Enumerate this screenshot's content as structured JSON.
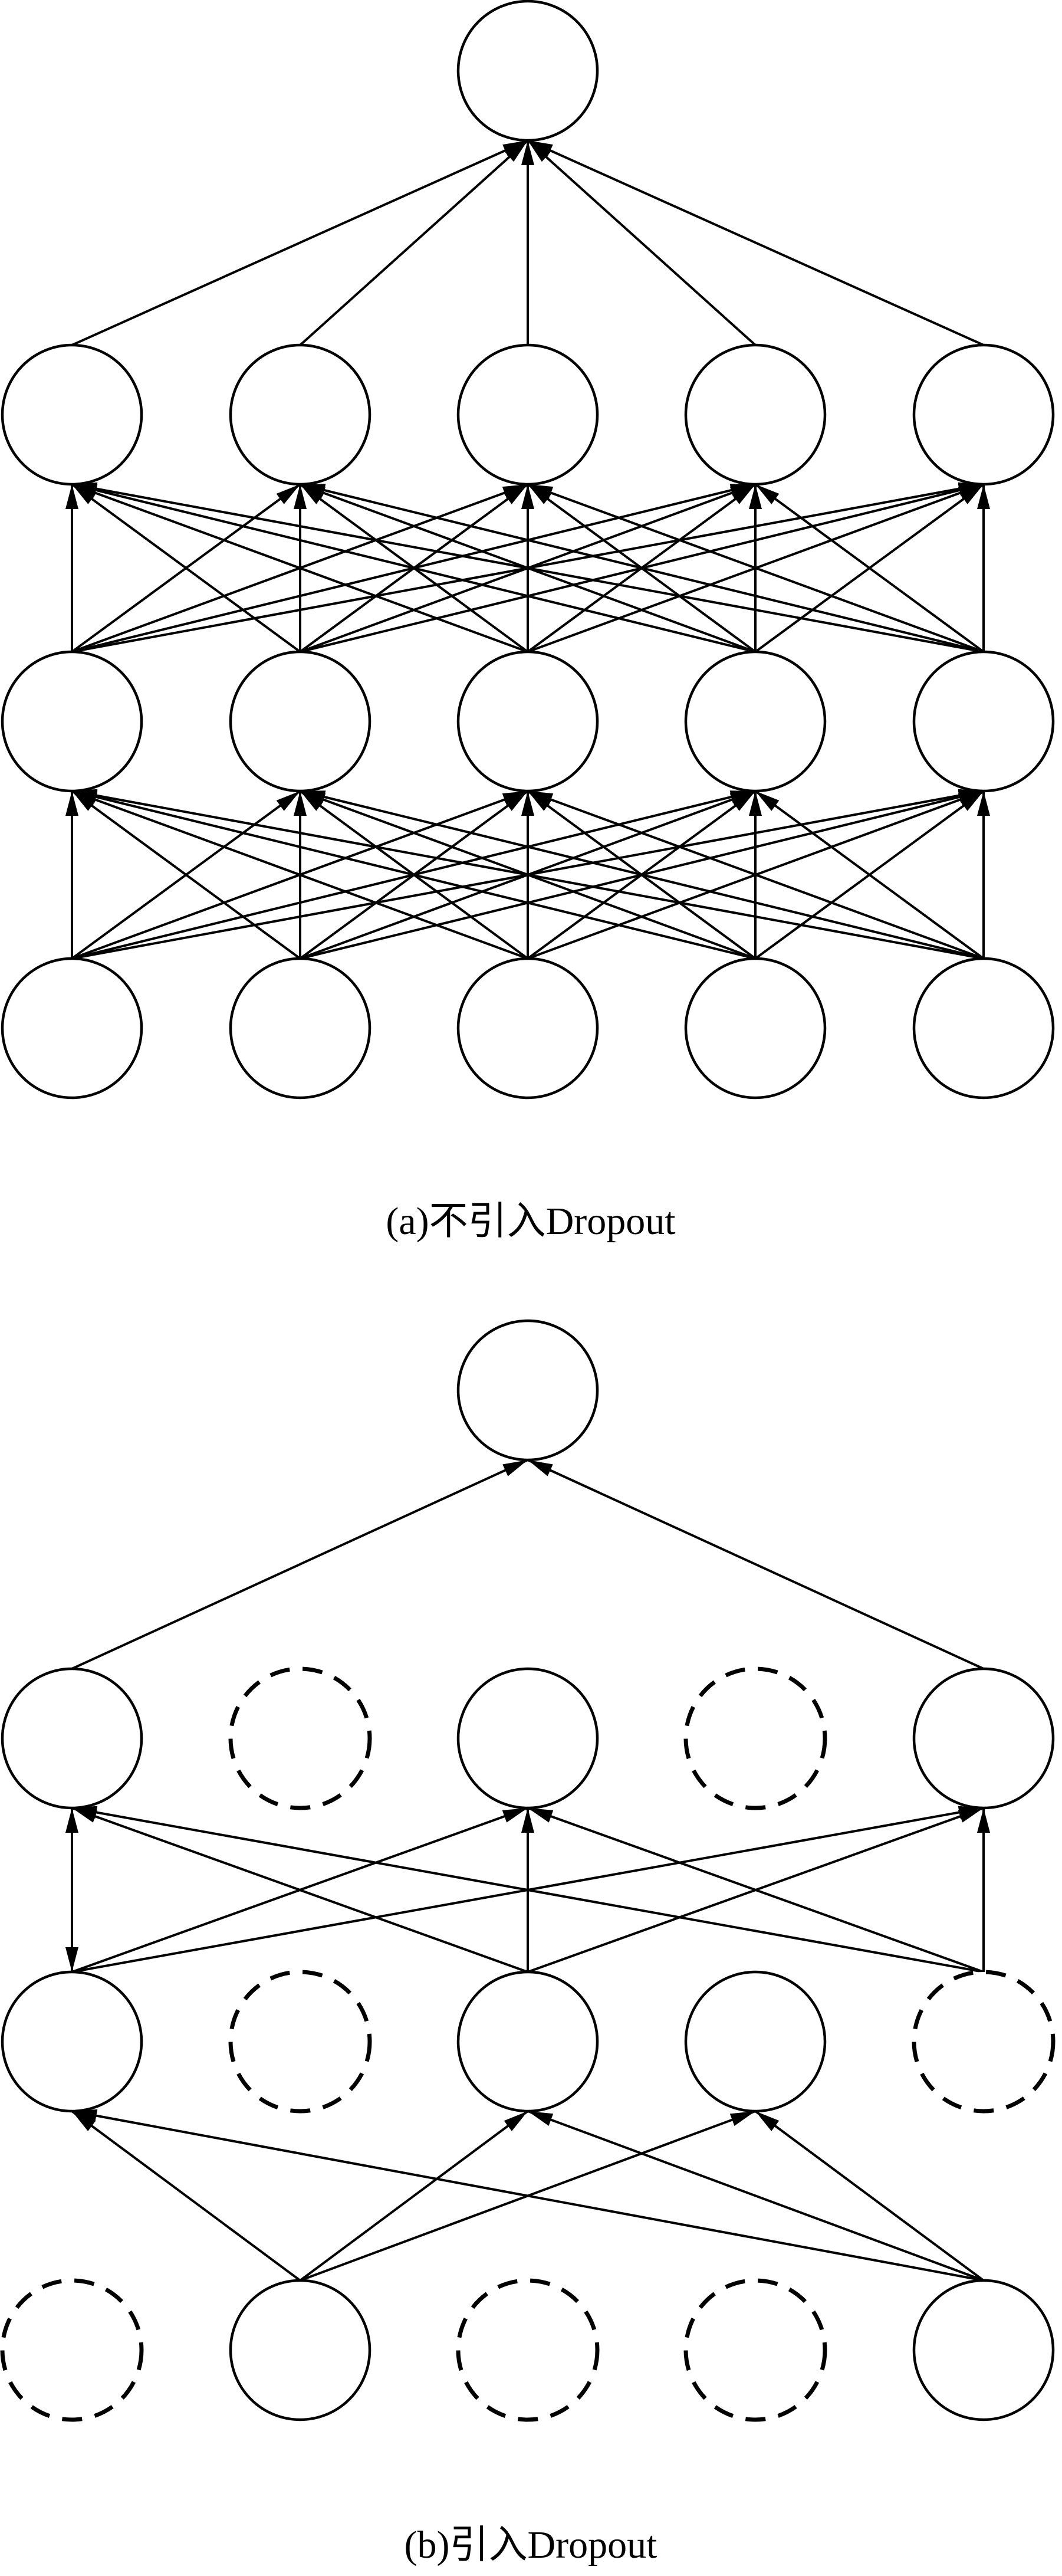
{
  "colors": {
    "stroke": "#000000",
    "background": "#ffffff"
  },
  "panels": [
    {
      "id": "a",
      "caption": "(a)不引入Dropout",
      "layers": [
        {
          "name": "input",
          "nodes": [
            "active",
            "active",
            "active",
            "active",
            "active"
          ]
        },
        {
          "name": "hidden-1",
          "nodes": [
            "active",
            "active",
            "active",
            "active",
            "active"
          ]
        },
        {
          "name": "hidden-2",
          "nodes": [
            "active",
            "active",
            "active",
            "active",
            "active"
          ]
        },
        {
          "name": "output",
          "nodes": [
            "active"
          ]
        }
      ],
      "connections": [
        {
          "from_layer": 0,
          "to_layer": 1,
          "edges": "all"
        },
        {
          "from_layer": 1,
          "to_layer": 2,
          "edges": "all"
        },
        {
          "from_layer": 2,
          "to_layer": 3,
          "edges": "all"
        }
      ]
    },
    {
      "id": "b",
      "caption": "(b)引入Dropout",
      "layers": [
        {
          "name": "input",
          "nodes": [
            "dropped",
            "active",
            "dropped",
            "dropped",
            "active"
          ]
        },
        {
          "name": "hidden-1",
          "nodes": [
            "active",
            "dropped",
            "active",
            "active",
            "dropped"
          ]
        },
        {
          "name": "hidden-2",
          "nodes": [
            "active",
            "dropped",
            "active",
            "dropped",
            "active"
          ]
        },
        {
          "name": "output",
          "nodes": [
            "active"
          ]
        }
      ],
      "connections": [
        {
          "from_layer": 0,
          "to_layer": 1,
          "edges": [
            [
              1,
              0
            ],
            [
              1,
              2
            ],
            [
              1,
              3
            ],
            [
              4,
              0
            ],
            [
              4,
              2
            ],
            [
              4,
              3
            ]
          ]
        },
        {
          "from_layer": 1,
          "to_layer": 2,
          "edges": [
            [
              0,
              0
            ],
            [
              0,
              2
            ],
            [
              0,
              4
            ],
            [
              2,
              0
            ],
            [
              2,
              2
            ],
            [
              2,
              4
            ],
            [
              4,
              0
            ],
            [
              4,
              2
            ],
            [
              4,
              4
            ]
          ]
        },
        {
          "from_layer": 2,
          "to_layer": 3,
          "edges": [
            [
              0,
              0
            ],
            [
              4,
              0
            ]
          ]
        }
      ],
      "bidirectional_edges": [
        {
          "from_layer": 1,
          "to_layer": 2,
          "edge": [
            0,
            0
          ]
        }
      ]
    }
  ]
}
